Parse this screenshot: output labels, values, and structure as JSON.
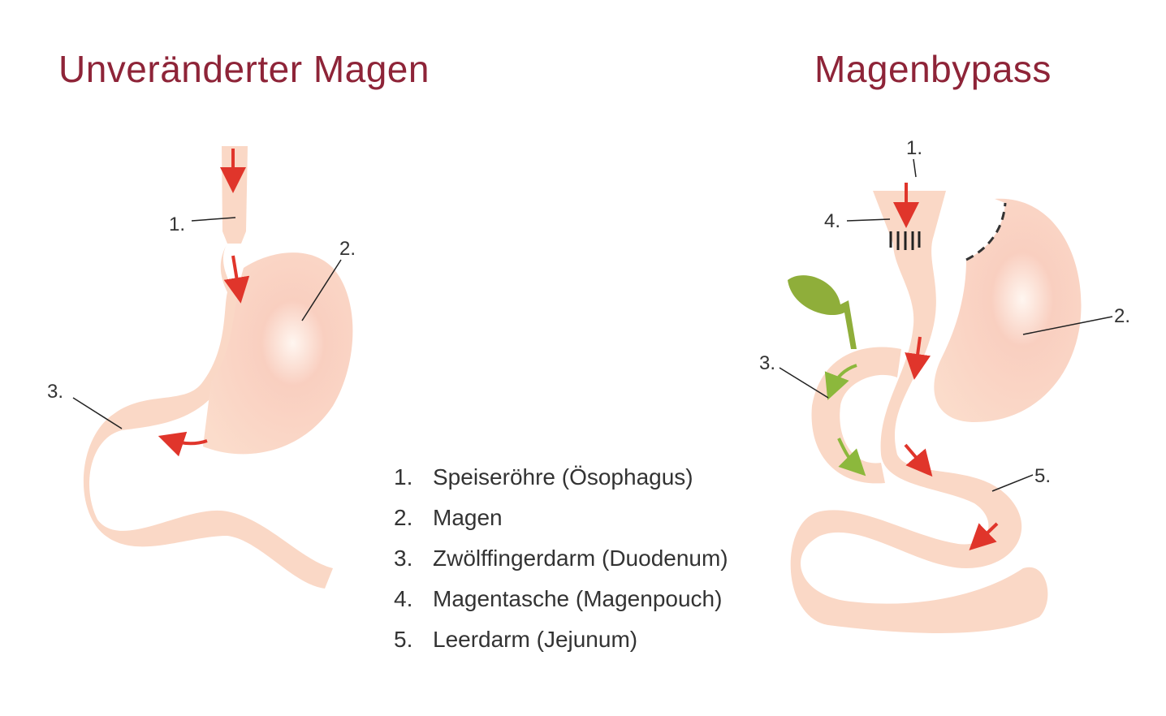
{
  "titles": {
    "left": "Unveränderter Magen",
    "right": "Magenbypass"
  },
  "left_labels": [
    "1.",
    "2.",
    "3."
  ],
  "right_labels": [
    "1.",
    "4.",
    "2.",
    "3.",
    "5."
  ],
  "legend": [
    {
      "num": "1.",
      "text": "Speiseröhre (Ösophagus)"
    },
    {
      "num": "2.",
      "text": "Magen"
    },
    {
      "num": "3.",
      "text": "Zwölffingerdarm (Duodenum)"
    },
    {
      "num": "4.",
      "text": "Magentasche (Magenpouch)"
    },
    {
      "num": "5.",
      "text": "Leerdarm (Jejunum)"
    }
  ],
  "colors": {
    "title": "#8e2438",
    "tissue": "#fad8c6",
    "arrow_red": "#e0352b",
    "arrow_green": "#8cb83c",
    "gallbladder": "#8fae3a"
  }
}
